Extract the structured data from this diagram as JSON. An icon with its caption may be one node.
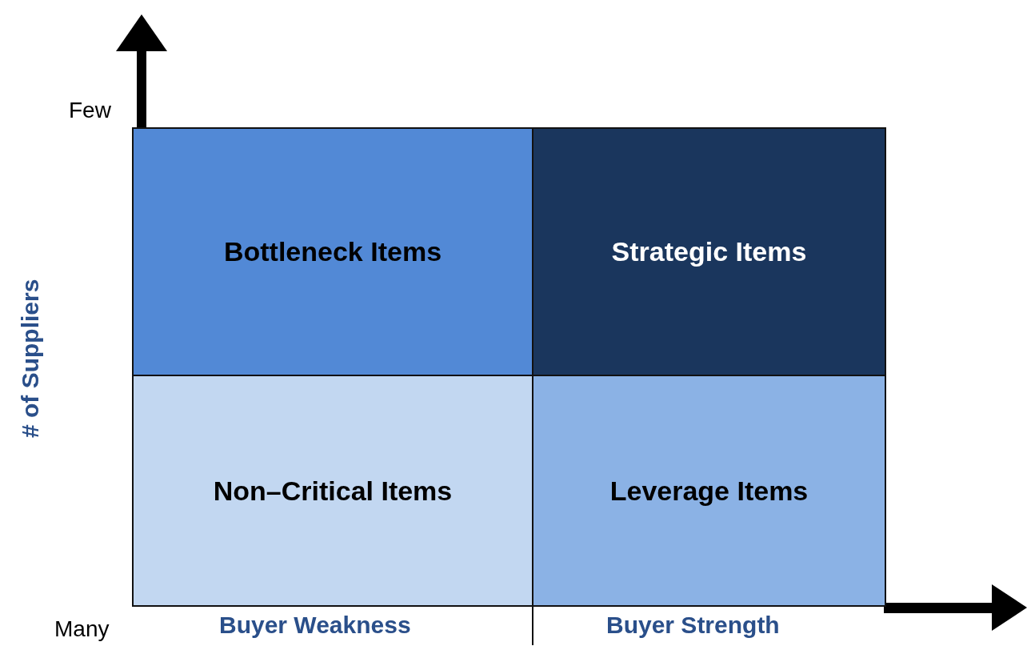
{
  "diagram": {
    "nodes": [
      {
        "text": [
          "Bottleneck Items"
        ]
      },
      {
        "text": [
          "Strategic Items"
        ]
      },
      {
        "text": [
          "Non–Critical Items"
        ]
      },
      {
        "text": [
          "Leverage Items"
        ]
      }
    ],
    "labels": [
      "Few",
      "# of Suppliers",
      "Many",
      "Buyer Weakness",
      "Buyer Strength"
    ]
  }
}
